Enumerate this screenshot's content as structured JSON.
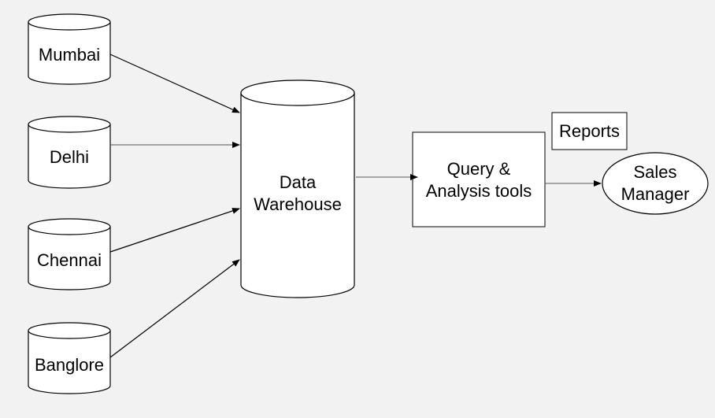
{
  "sources": [
    {
      "label": "Mumbai"
    },
    {
      "label": "Delhi"
    },
    {
      "label": "Chennai"
    },
    {
      "label": "Banglore"
    }
  ],
  "warehouse": {
    "line1": "Data",
    "line2": "Warehouse"
  },
  "query_tools": {
    "line1": "Query &",
    "line2": "Analysis tools"
  },
  "reports": {
    "label": "Reports"
  },
  "manager": {
    "line1": "Sales",
    "line2": "Manager"
  },
  "colors": {
    "background": "#f2f2f2",
    "shape_fill": "#ffffff",
    "stroke": "#000000"
  }
}
